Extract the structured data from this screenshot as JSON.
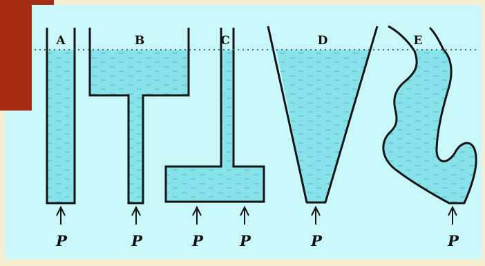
{
  "figure": {
    "colors": {
      "page_background": "#f6efcf",
      "corner_accent": "#a62d14",
      "panel_background": "#c9f7fa",
      "water": "#88e2ea",
      "water_dash": "#5fc2cd",
      "wall": "#141414",
      "water_level_line": "#2f6f78"
    },
    "vessels": [
      {
        "label": "A"
      },
      {
        "label": "B"
      },
      {
        "label": "C"
      },
      {
        "label": "D"
      },
      {
        "label": "E"
      }
    ],
    "pressure_labels": [
      "P",
      "P",
      "P",
      "P",
      "P",
      "P"
    ],
    "arrow_icon": "up-arrow-icon"
  }
}
